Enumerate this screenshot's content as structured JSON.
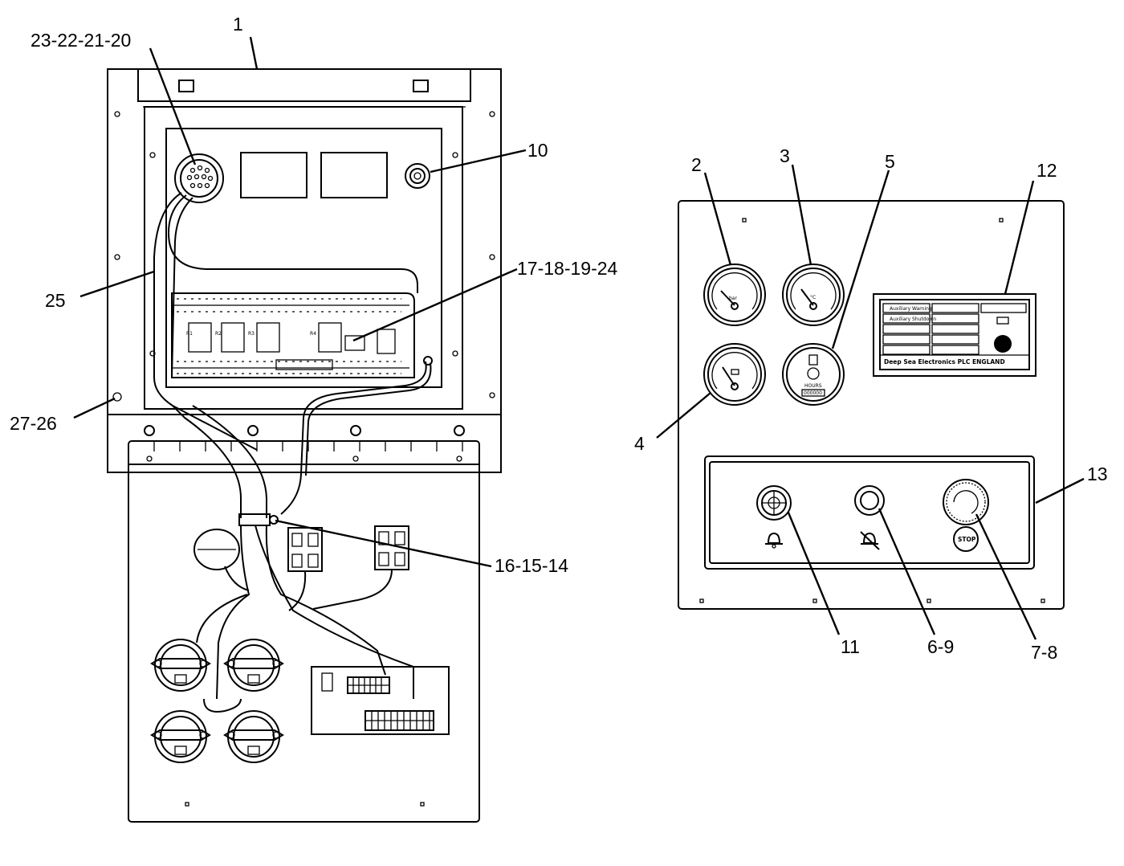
{
  "callouts": {
    "c_23_22_21_20": "23-22-21-20",
    "c_1": "1",
    "c_10": "10",
    "c_25": "25",
    "c_17_18_19_24": "17-18-19-24",
    "c_27_26": "27-26",
    "c_16_15_14": "16-15-14",
    "c_2": "2",
    "c_3": "3",
    "c_5": "5",
    "c_12": "12",
    "c_4": "4",
    "c_13": "13",
    "c_11": "11",
    "c_6_9": "6-9",
    "c_7_8": "7-8"
  },
  "module": {
    "rows": [
      "Auxiliary Warning",
      "Auxiliary Shutdown",
      "",
      "",
      ""
    ],
    "brand": "Deep Sea Electronics PLC ENGLAND"
  },
  "gauges": {
    "oil_unit": "bar",
    "temp_unit": "°C",
    "hours_label": "HOURS",
    "hours_value": "000000"
  },
  "buttons": {
    "stop_label": "STOP"
  }
}
